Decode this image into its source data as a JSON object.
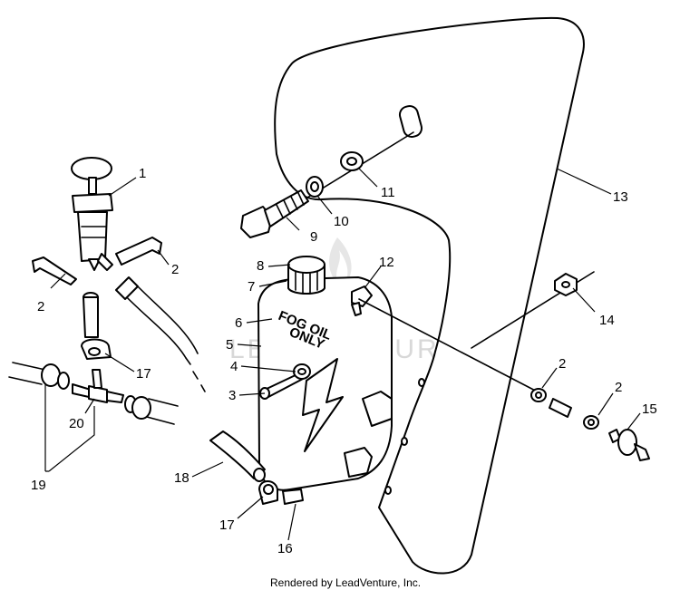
{
  "watermark": "LEADVENTURE",
  "footer": "Rendered by LeadVenture, Inc.",
  "tank_decal": [
    "FOG OIL",
    "ONLY"
  ],
  "callouts": {
    "c1": "1",
    "c2a": "2",
    "c2b": "2",
    "c2c": "2",
    "c2d": "2",
    "c3": "3",
    "c4": "4",
    "c5": "5",
    "c6": "6",
    "c7": "7",
    "c8": "8",
    "c9": "9",
    "c10": "10",
    "c11": "11",
    "c12": "12",
    "c13": "13",
    "c14": "14",
    "c15": "15",
    "c16": "16",
    "c17a": "17",
    "c17b": "17",
    "c18": "18",
    "c19": "19",
    "c20": "20"
  }
}
